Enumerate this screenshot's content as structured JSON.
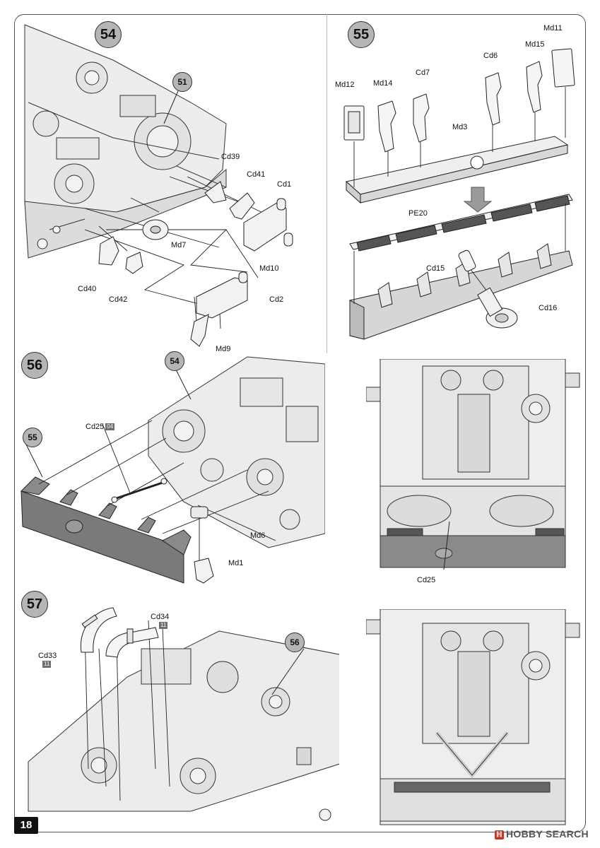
{
  "page_number": "18",
  "watermark": {
    "brand": "HOBBY SEARCH"
  },
  "steps": [
    {
      "number": "54",
      "ref": "51",
      "parts": [
        "Cd39",
        "Cd41",
        "Cd1",
        "Md7",
        "Md10",
        "Cd40",
        "Cd42",
        "Cd2",
        "Md9"
      ]
    },
    {
      "number": "55",
      "parts": [
        "Md11",
        "Md12",
        "Md14",
        "Md15",
        "Cd6",
        "Cd7",
        "Md3",
        "PE20",
        "Cd15",
        "Cd16"
      ]
    },
    {
      "number": "56",
      "ref_top": "54",
      "ref_side": "55",
      "parts": [
        "Cd25",
        "Md6",
        "Md1"
      ],
      "cd25_code": "04",
      "view_label": "Cd25"
    },
    {
      "number": "57",
      "ref": "56",
      "parts": [
        "Cd34",
        "Cd33"
      ],
      "cd34_code": "11",
      "cd33_code": "11"
    }
  ],
  "colors": {
    "badge": "#b5b5b5",
    "line": "#222222",
    "panel": "#7a7a7a",
    "part_fill": "#f2f2f2"
  }
}
